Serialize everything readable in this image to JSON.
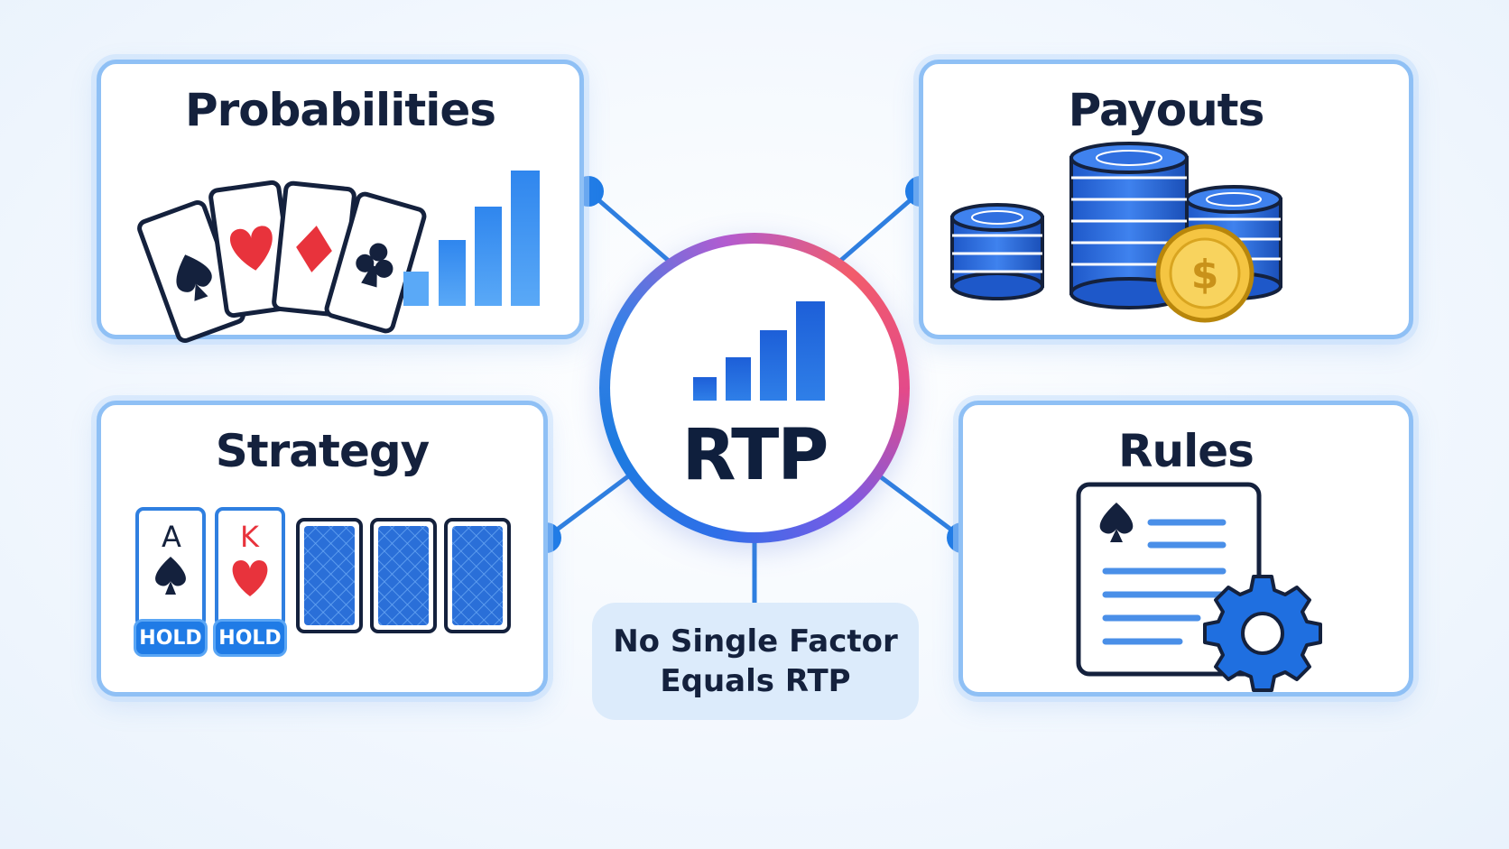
{
  "center": {
    "label": "RTP"
  },
  "panels": {
    "probabilities": {
      "title": "Probabilities"
    },
    "payouts": {
      "title": "Payouts"
    },
    "strategy": {
      "title": "Strategy",
      "cards": [
        {
          "rank": "A",
          "suit": "spade",
          "hold": "HOLD"
        },
        {
          "rank": "K",
          "suit": "heart",
          "hold": "HOLD"
        }
      ]
    },
    "rules": {
      "title": "Rules"
    }
  },
  "note": {
    "line1": "No Single Factor",
    "line2": "Equals RTP"
  },
  "colors": {
    "accent": "#1f7be6",
    "panel_border": "#8fc0f5",
    "text": "#14213d",
    "heart_red": "#e8333c",
    "coin_gold": "#f5c542"
  },
  "icons": [
    "playing-cards-icon",
    "bar-chart-icon",
    "poker-chips-icon",
    "dollar-coin-icon",
    "rules-document-icon",
    "gear-icon",
    "spade-icon"
  ]
}
